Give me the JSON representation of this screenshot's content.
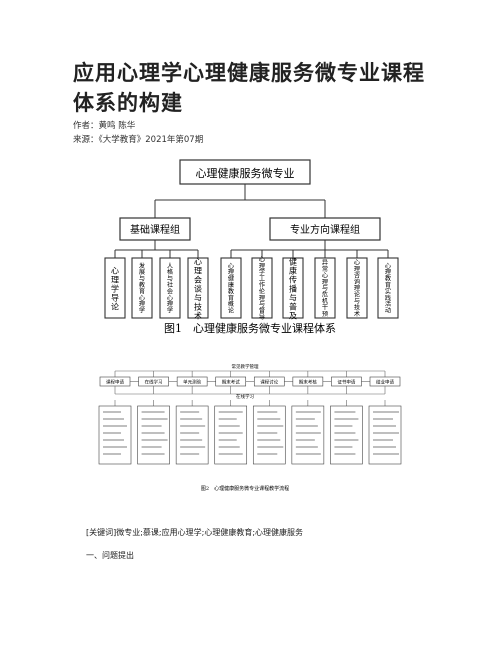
{
  "doc": {
    "title": "应用心理学心理健康服务微专业课程体系的构建",
    "authors": "作者：黄鸣 陈华",
    "source": "来源：《大学教育》2021年第07期"
  },
  "figure1": {
    "root": "心理健康服务微专业",
    "group_basic": "基础课程组",
    "group_major": "专业方向课程组",
    "basic_courses": [
      "心理学导论",
      "发展与教育心理学",
      "人格与社会心理学",
      "心理会谈与技术"
    ],
    "major_courses": [
      "心理健康教育概论",
      "心理学工作伦理与督导",
      "健康传播与普及",
      "异常心理与危机干预",
      "心理咨询理论与技术",
      "心理教育实践活动"
    ],
    "caption": "图1　心理健康服务微专业课程体系"
  },
  "figure2": {
    "top_label": "常见教学管理",
    "stages": [
      "课程申请",
      "在线学习",
      "单元测验",
      "期末考试",
      "课程讨论",
      "期末考核",
      "证书申请",
      "结业申请"
    ],
    "middle_label": "在线学习",
    "caption": "图2　心理健康服务微专业课程教学流程"
  },
  "keywords": "[关键词]微专业;慕课;应用心理学;心理健康教育;心理健康服务",
  "section1": "一、问题提出"
}
